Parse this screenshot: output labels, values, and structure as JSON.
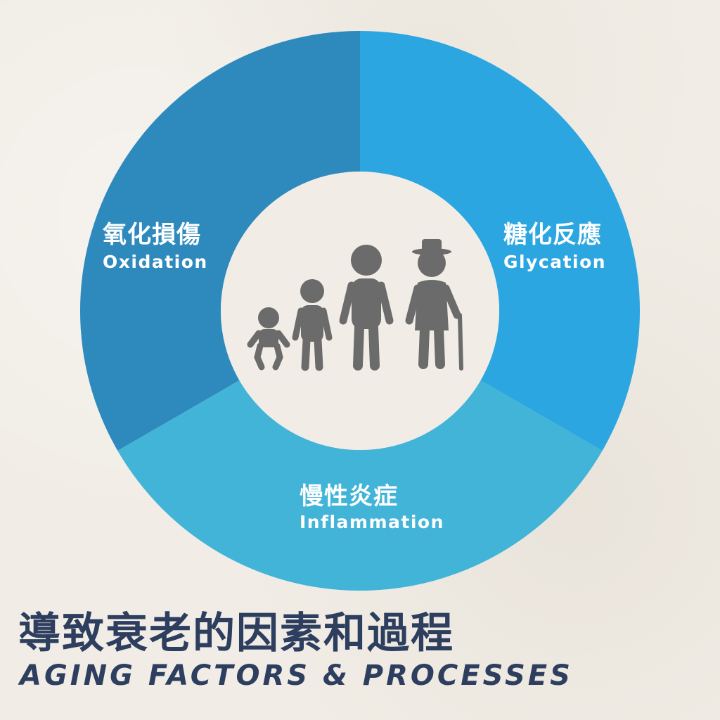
{
  "segments": [
    {
      "zh": "氧化損傷",
      "en": "Oxidation",
      "color": "#2e8abd"
    },
    {
      "zh": "糖化反應",
      "en": "Glycation",
      "color": "#2ba6e0"
    },
    {
      "zh": "慢性炎症",
      "en": "Inflammation",
      "color": "#41b4d8"
    }
  ],
  "center": {
    "background": "#f1ede6",
    "figure_color": "#6b6b6b",
    "icon": "aging-people-icon"
  },
  "title": {
    "zh": "導致衰老的因素和過程",
    "en": "AGING FACTORS & PROCESSES",
    "color": "#2d3e5e"
  }
}
